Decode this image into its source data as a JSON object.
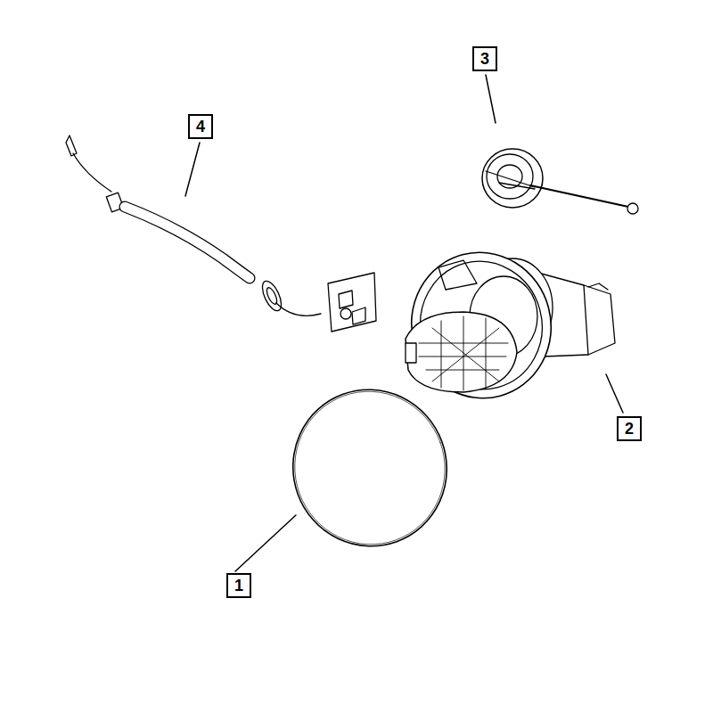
{
  "diagram": {
    "labels": [
      "3",
      "4",
      "2",
      "1"
    ]
  }
}
